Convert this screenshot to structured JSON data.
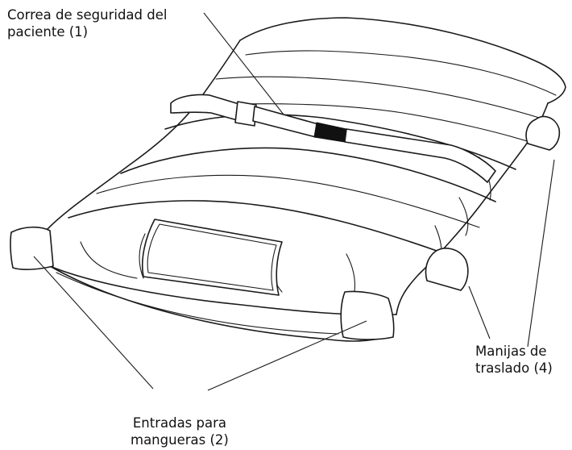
{
  "figure": {
    "labels": {
      "strap": {
        "line1": "Correa de seguridad del",
        "line2": "paciente (1)"
      },
      "handles": {
        "line1": "Manijas de",
        "line2": "traslado (4)"
      },
      "inlets": {
        "line1": "Entradas para",
        "line2": "mangueras (2)"
      }
    },
    "colors": {
      "ink": "#1a1a1a",
      "background": "#ffffff",
      "buckle": "#111111"
    }
  }
}
